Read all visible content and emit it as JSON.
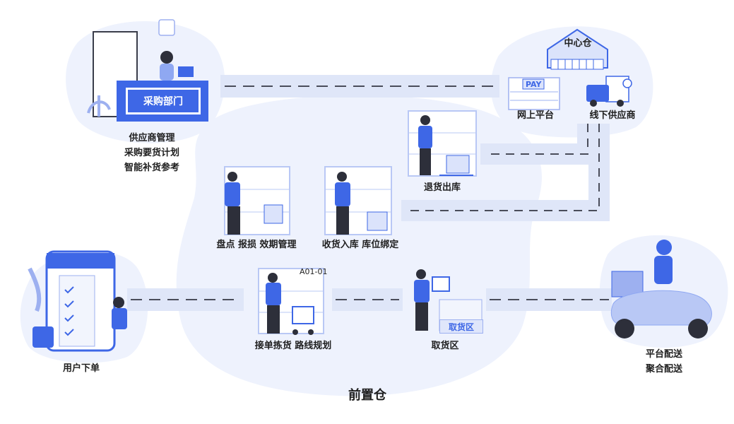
{
  "purchasing": {
    "sign": "采购部门",
    "lines": [
      "供应商管理",
      "采购要货计划",
      "智能补货参考"
    ]
  },
  "central": {
    "warehouse": "中心仓",
    "pay_sign": "PAY",
    "online": "网上平台",
    "offline": "线下供应商"
  },
  "returns": {
    "label": "退货出库"
  },
  "inventory": {
    "label": "盘点 报损 效期管理"
  },
  "receiving": {
    "label": "收货入库 库位绑定"
  },
  "picking": {
    "label": "接单拣货 路线规划",
    "shelf_code": "A01-01"
  },
  "pickup": {
    "label": "取货区",
    "counter_sign": "取货区"
  },
  "user": {
    "label": "用户下单"
  },
  "delivery": {
    "lines": [
      "平台配送",
      "聚合配送"
    ]
  },
  "front_warehouse": {
    "label": "前置仓"
  },
  "colors": {
    "accent": "#3e67e6",
    "light_blue": "#e8eefc",
    "mid_blue": "#b9c8f5",
    "dark": "#2d2f3a"
  }
}
